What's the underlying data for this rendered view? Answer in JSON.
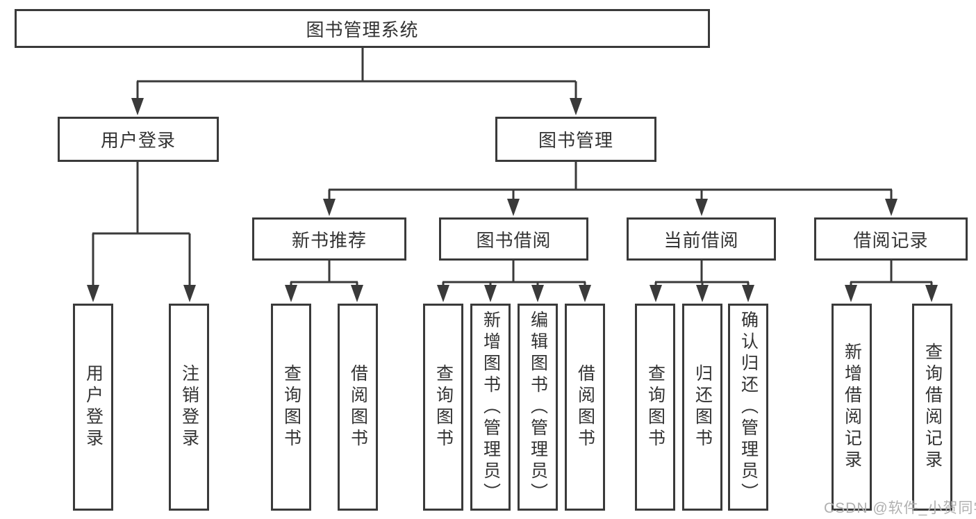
{
  "tree": {
    "label": "图书管理系统",
    "children": [
      {
        "label": "用户登录",
        "children": [
          {
            "label": "用户登录"
          },
          {
            "label": "注销登录"
          }
        ]
      },
      {
        "label": "图书管理",
        "children": [
          {
            "label": "新书推荐",
            "children": [
              {
                "label": "查询图书"
              },
              {
                "label": "借阅图书"
              }
            ]
          },
          {
            "label": "图书借阅",
            "children": [
              {
                "label": "查询图书"
              },
              {
                "label": "新增图书（管理员）"
              },
              {
                "label": "编辑图书（管理员）"
              },
              {
                "label": "借阅图书"
              }
            ]
          },
          {
            "label": "当前借阅",
            "children": [
              {
                "label": "查询图书"
              },
              {
                "label": "归还图书"
              },
              {
                "label": "确认归还（管理员）"
              }
            ]
          },
          {
            "label": "借阅记录",
            "children": [
              {
                "label": "新增借阅记录"
              },
              {
                "label": "查询借阅记录"
              }
            ]
          }
        ]
      }
    ]
  },
  "watermark": {
    "text": "CSDN @软件_小贺同学"
  },
  "colors": {
    "line": "#3a3a3a",
    "text": "#333333",
    "watermark_text": "#b0b0b0",
    "background": "#ffffff"
  }
}
